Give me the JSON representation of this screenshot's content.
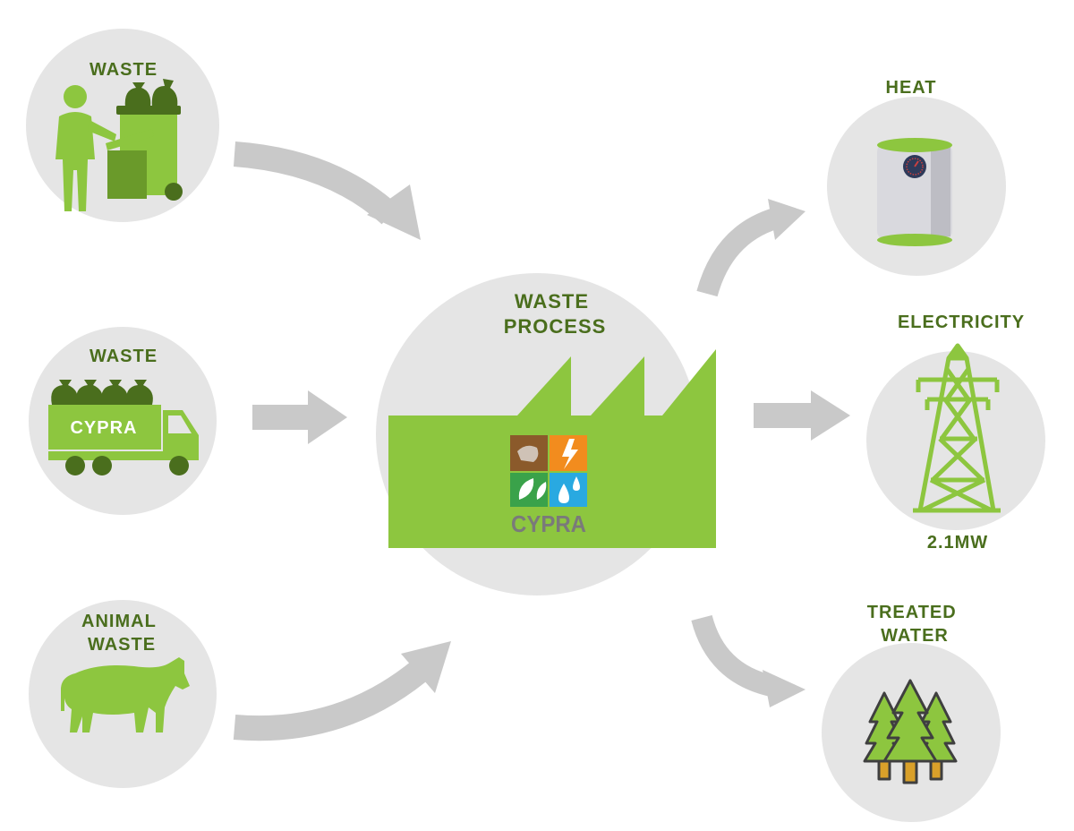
{
  "colors": {
    "green": "#8dc63f",
    "dark_green": "#4a6e1d",
    "circle": "#e5e5e5",
    "arrow": "#c9c9c9"
  },
  "inputs": {
    "household_waste": {
      "label": "WASTE",
      "icon": "person-with-bins-icon"
    },
    "truck_waste": {
      "label": "WASTE",
      "truck_text": "CYPRA",
      "icon": "garbage-truck-icon"
    },
    "animal_waste": {
      "label": "ANIMAL\nWASTE",
      "icon": "cow-icon"
    }
  },
  "process": {
    "label": "WASTE\nPROCESS",
    "logo_text": "CYPRA",
    "icon": "factory-icon"
  },
  "outputs": {
    "heat": {
      "label": "HEAT",
      "icon": "water-heater-icon"
    },
    "electricity": {
      "label": "ELECTRICITY",
      "value": "2.1MW",
      "icon": "power-pylon-icon"
    },
    "treated_water": {
      "label": "TREATED\nWATER",
      "icon": "trees-icon"
    }
  }
}
